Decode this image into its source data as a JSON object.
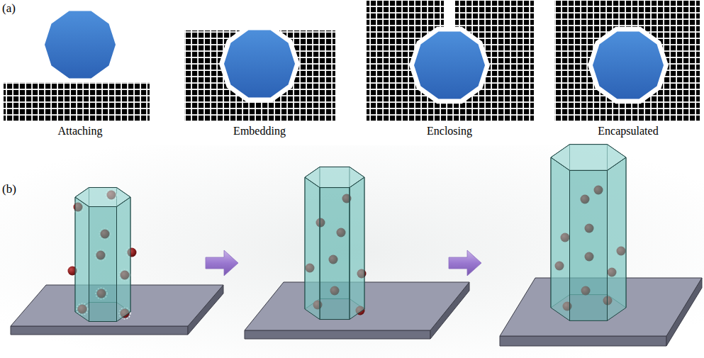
{
  "diagram": {
    "labels": [
      "(a)",
      "Attaching",
      "Embedding",
      "Enclosing",
      "Encapsulated",
      "(b)"
    ]
  }
}
